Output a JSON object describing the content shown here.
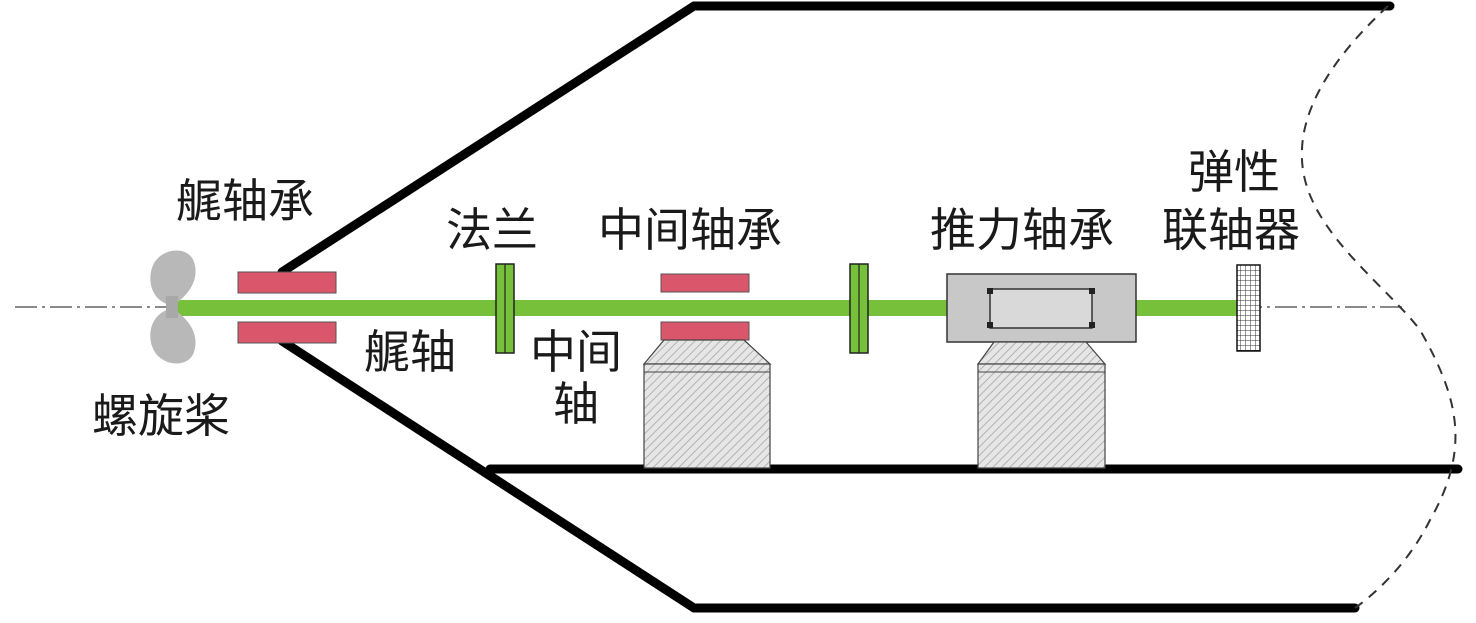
{
  "labels": {
    "stern_bearing": "艉轴承",
    "propeller": "螺旋桨",
    "stern_shaft": "艉轴",
    "flange": "法兰",
    "intermediate_bearing": "中间轴承",
    "intermediate_shaft": "中间轴",
    "thrust_bearing": "推力轴承",
    "elastic_coupling_line1": "弹性",
    "elastic_coupling_line2": "联轴器"
  },
  "colors": {
    "hull": "#000000",
    "shaft": "#77c13a",
    "bearing_pad": "#d9566b",
    "component_gray": "#c8c8c8",
    "propeller": "#b8b8b8",
    "flange": "#77c13a"
  }
}
